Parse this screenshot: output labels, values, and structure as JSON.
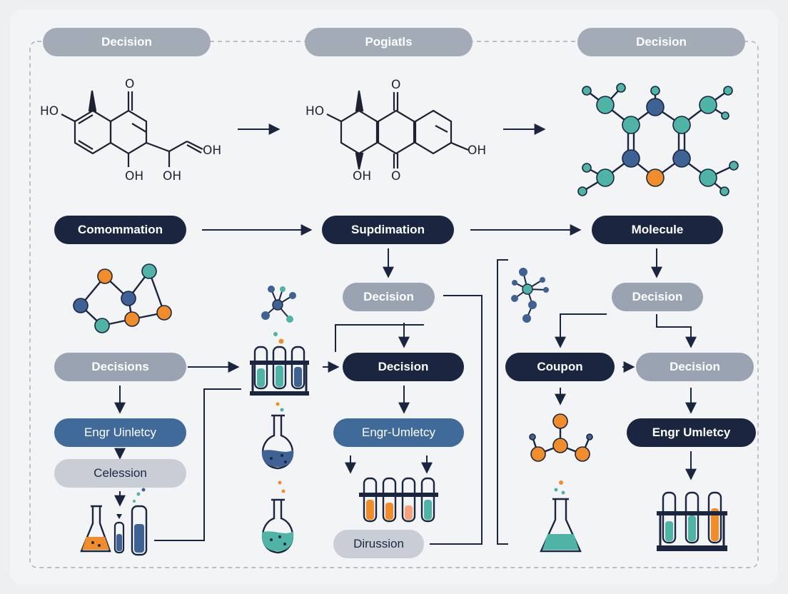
{
  "colors": {
    "navy": "#1a2540",
    "slate": "#9aa3b1",
    "light_grey": "#c9ced6",
    "blue": "#3f6a9a",
    "teal": "#4fb3a6",
    "orange": "#f08c2a",
    "atom_blue": "#3d6293"
  },
  "headers": [
    "Decision",
    "Pogiatls",
    "Decision"
  ],
  "nodes": {
    "comommation": "Comommation",
    "supdimation": "Supdimation",
    "molecule": "Molecule",
    "decisions_left": "Decisions",
    "engr_left": "Engr Uinletcy",
    "celession": "Celession",
    "decision_mid_top": "Decision",
    "decision_mid": "Decision",
    "engr_mid": "Engr-Umletcy",
    "dirussion": "Dirussion",
    "decision_right_top": "Decision",
    "coupon": "Coupon",
    "decision_right": "Decision",
    "engr_right": "Engr Umletcy"
  },
  "chem_labels": {
    "mol1": [
      "HO",
      "O",
      "OH",
      "OH",
      "OH"
    ],
    "mol2": [
      "HO",
      "O",
      "OH",
      "OH",
      "O"
    ]
  },
  "icons": [
    "structure-1-icon",
    "structure-2-icon",
    "atom-network-icon",
    "molecule-network-icon",
    "small-molecule-icon",
    "test-tube-rack-icon",
    "flask-icon",
    "beaker-icon",
    "test-tubes-icon"
  ]
}
